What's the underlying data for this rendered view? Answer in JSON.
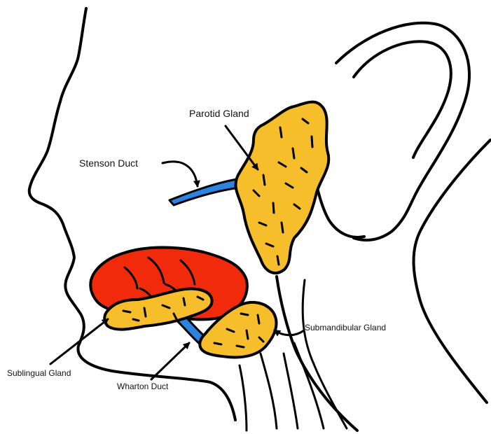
{
  "labels": {
    "parotid": "Parotid Gland",
    "stenson": "Stenson Duct",
    "submandibular": "Submandibular Gland",
    "sublingual": "Sublingual Gland",
    "wharton": "Wharton Duct"
  },
  "colors": {
    "gland_fill": "#F7BE2C",
    "tongue_fill": "#F22A0C",
    "duct_fill": "#2B84E2",
    "line": "#000000",
    "background": "#FFFFFF"
  }
}
